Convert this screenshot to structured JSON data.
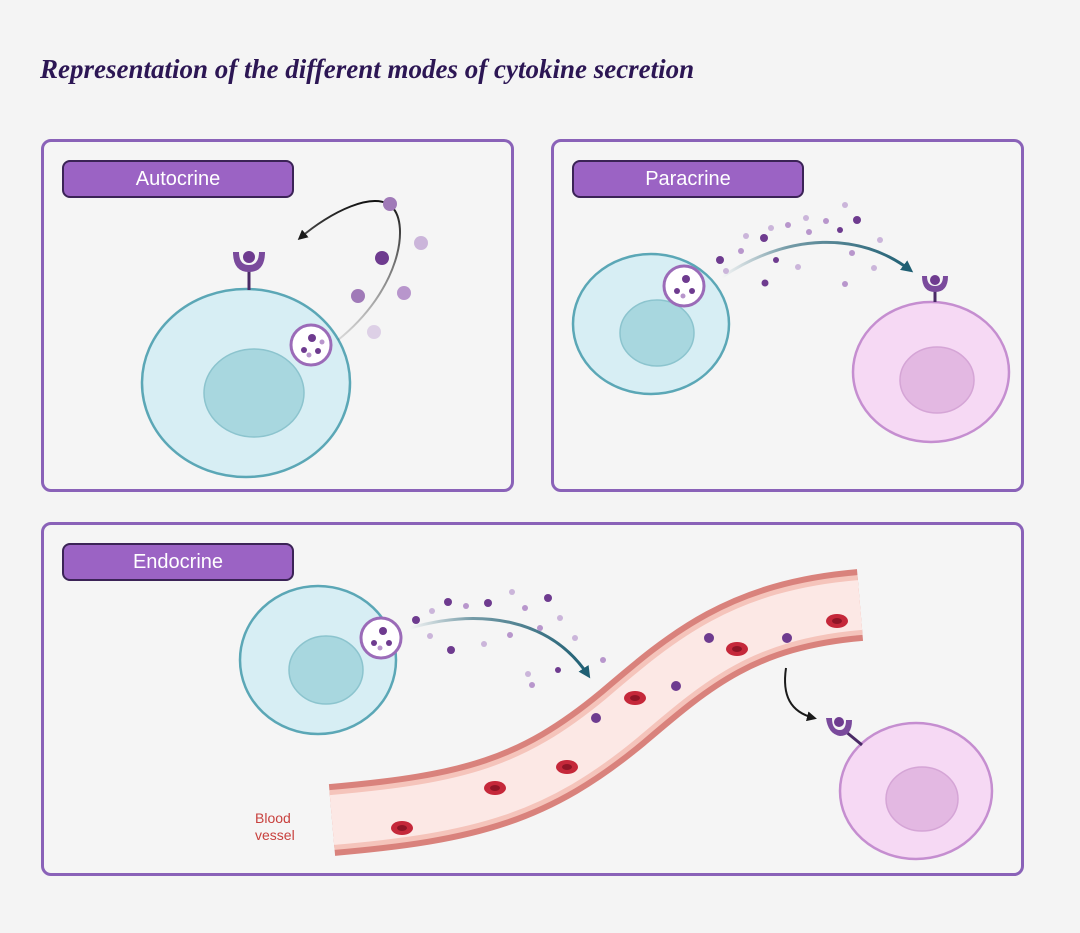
{
  "title": "Representation of the different modes of cytokine secretion",
  "panels": {
    "autocrine": {
      "label": "Autocrine"
    },
    "paracrine": {
      "label": "Paracrine"
    },
    "endocrine": {
      "label": "Endocrine"
    }
  },
  "blood_vessel": {
    "label_line1": "Blood",
    "label_line2": "vessel"
  },
  "colors": {
    "panel_border": "#8a62b8",
    "badge_fill": "#9b63c4",
    "secreting_cell": "#d7eef4",
    "target_cell": "#f6d9f4",
    "cytokine": "#6e3b8f",
    "vessel_wall": "#d9827c",
    "red_blood_cell": "#c5283a"
  }
}
